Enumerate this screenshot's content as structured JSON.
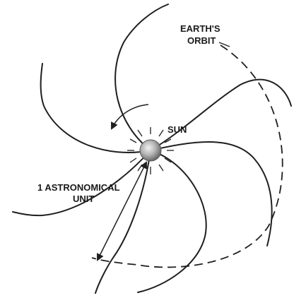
{
  "labels": {
    "earths_orbit_line1": "EARTH'S",
    "earths_orbit_line2": "ORBIT",
    "sun": "SUN",
    "au_line1": "1 ASTRONOMICAL",
    "au_line2": "UNIT"
  },
  "colors": {
    "ink": "#1f1f1f",
    "sun_light": "#e8e8e8",
    "sun_dark": "#7a7a7a",
    "background": "#ffffff"
  }
}
